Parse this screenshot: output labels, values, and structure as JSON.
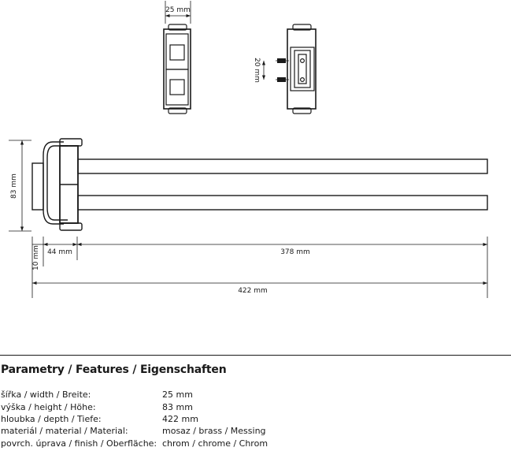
{
  "dimensions": {
    "top_width": "25 mm",
    "hole_spacing": "20 mm",
    "height": "83 mm",
    "thickness": "10 mm",
    "mount_depth": "44 mm",
    "bar_length": "378 mm",
    "total_depth": "422 mm"
  },
  "features": {
    "title": "Parametry / Features / Eigenschaften",
    "rows": [
      {
        "label": "šířka / width / Breite:",
        "value": "25 mm"
      },
      {
        "label": "výška / height / Höhe:",
        "value": "83 mm"
      },
      {
        "label": "hloubka / depth / Tiefe:",
        "value": "422 mm"
      },
      {
        "label": "materiál / material / Material:",
        "value": "mosaz / brass / Messing"
      },
      {
        "label": "povrch. úprava / finish / Oberfläche:",
        "value": "chrom / chrome / Chrom"
      }
    ]
  }
}
